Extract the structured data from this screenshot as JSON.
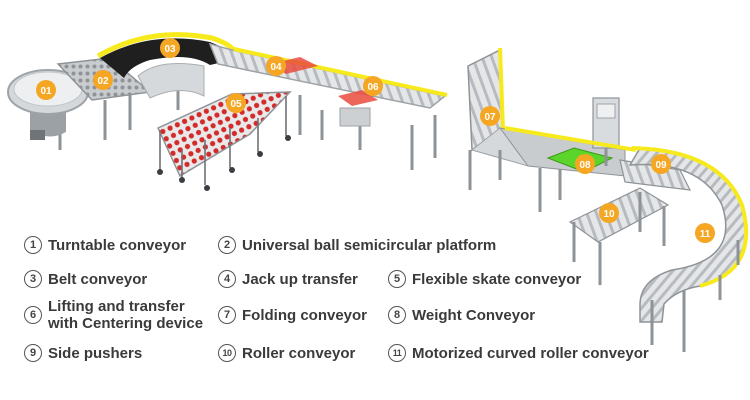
{
  "colors": {
    "badge": "#F5A623",
    "yellow_rail": "#F7EA1C",
    "rollers": "#D7D9DC",
    "red_wheels": "#D42A2A",
    "weigh_plate": "#5CD52A",
    "frame": "#A9ADB1",
    "belt": "#1F1F1F"
  },
  "badges": [
    "01",
    "02",
    "03",
    "04",
    "05",
    "06",
    "07",
    "08",
    "09",
    "10",
    "11"
  ],
  "legend": [
    {
      "num": "1",
      "icon": "circled-one",
      "label": "Turntable conveyor"
    },
    {
      "num": "2",
      "icon": "circled-two",
      "label": "Universal ball semicircular platform"
    },
    {
      "num": "3",
      "icon": "circled-three",
      "label": "Belt conveyor"
    },
    {
      "num": "4",
      "icon": "circled-four",
      "label": "Jack up transfer"
    },
    {
      "num": "5",
      "icon": "circled-five",
      "label": "Flexible skate conveyor"
    },
    {
      "num": "6",
      "icon": "circled-six",
      "label_line1": "Lifting and transfer",
      "label_line2": "with Centering device"
    },
    {
      "num": "7",
      "icon": "circled-seven",
      "label": "Folding conveyor"
    },
    {
      "num": "8",
      "icon": "circled-eight",
      "label": "Weight Conveyor"
    },
    {
      "num": "9",
      "icon": "circled-nine",
      "label": "Side pushers"
    },
    {
      "num": "10",
      "icon": "circled-ten",
      "label": "Roller conveyor"
    },
    {
      "num": "11",
      "icon": "circled-eleven",
      "label": "Motorized curved roller conveyor"
    }
  ]
}
